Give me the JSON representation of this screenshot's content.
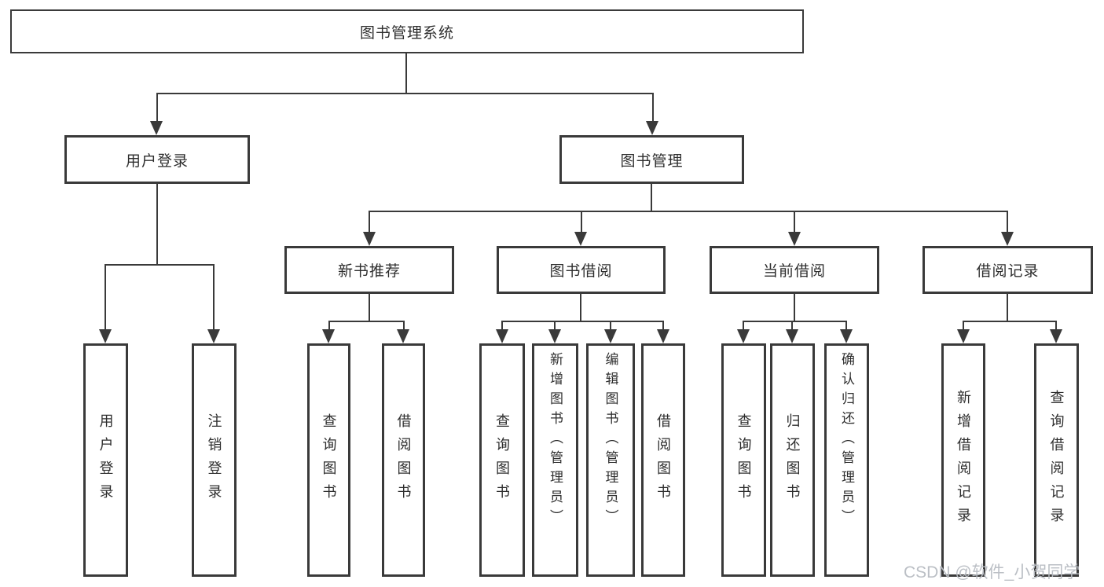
{
  "diagram": {
    "root": {
      "label": "图书管理系统",
      "children": [
        {
          "label": "用户登录",
          "children": [
            {
              "label": "用户登录"
            },
            {
              "label": "注销登录"
            }
          ]
        },
        {
          "label": "图书管理",
          "children": [
            {
              "label": "新书推荐",
              "children": [
                {
                  "label": "查询图书"
                },
                {
                  "label": "借阅图书"
                }
              ]
            },
            {
              "label": "图书借阅",
              "children": [
                {
                  "label": "查询图书"
                },
                {
                  "label": "新增图书（管理员）"
                },
                {
                  "label": "编辑图书（管理员）"
                },
                {
                  "label": "借阅图书"
                }
              ]
            },
            {
              "label": "当前借阅",
              "children": [
                {
                  "label": "查询图书"
                },
                {
                  "label": "归还图书"
                },
                {
                  "label": "确认归还（管理员）"
                }
              ]
            },
            {
              "label": "借阅记录",
              "children": [
                {
                  "label": "新增借阅记录"
                },
                {
                  "label": "查询借阅记录"
                }
              ]
            }
          ]
        }
      ]
    }
  },
  "watermark": {
    "text": "CSDN @软件_小贺同学"
  },
  "colors": {
    "line": "#3a3a3a",
    "text": "#2e2e2e",
    "watermark": "#b7bcc2",
    "background": "#ffffff"
  }
}
